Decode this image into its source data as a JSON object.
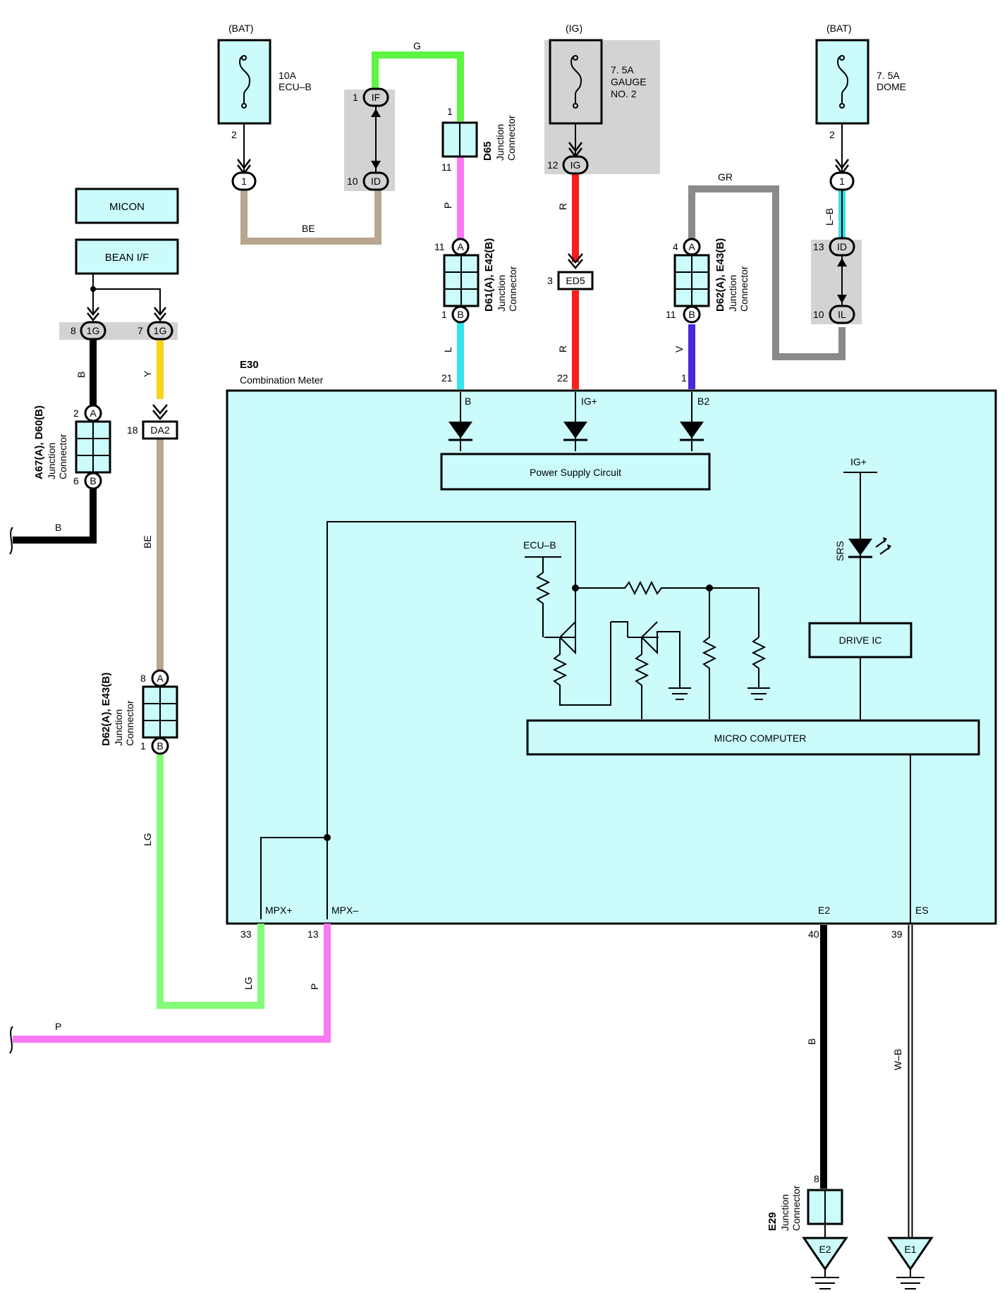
{
  "colors": {
    "module_fill": "#cbfbfb",
    "connector_grey": "#d3d3d3",
    "wire_g": "#5bf542",
    "wire_be": "#b8a690",
    "wire_p": "#fb77f3",
    "wire_l": "#34e4ec",
    "wire_r": "#fa1d1d",
    "wire_gr": "#8a8a8a",
    "wire_v": "#4a26e0",
    "wire_y": "#f7d31c",
    "wire_b": "#000000",
    "wire_lg": "#86fb7a"
  },
  "sources": {
    "bat_left": "(BAT)",
    "ig": "(IG)",
    "bat_right": "(BAT)"
  },
  "fuses": {
    "ecub_l1": "10A",
    "ecub_l2": "ECU–B",
    "gauge_l1": "7. 5A",
    "gauge_l2": "GAUGE",
    "gauge_l3": "NO. 2",
    "dome_l1": "7. 5A",
    "dome_l2": "DOME"
  },
  "pins": {
    "p2a": "2",
    "p1a": "1",
    "p1if": "1",
    "p10id": "10",
    "p1d65": "1",
    "p11d65": "11",
    "p12ig": "12",
    "p2b": "2",
    "p1b": "1",
    "p13id": "13",
    "p10il": "10",
    "p11a": "11",
    "p1b2": "1",
    "p3ed5": "3",
    "p4a": "4",
    "p11b": "11",
    "p8": "8",
    "p7": "7",
    "p2ja": "2",
    "p6jb": "6",
    "p18": "18",
    "p8a": "8",
    "p1bb": "1",
    "p21": "21",
    "p22": "22",
    "p1e": "1",
    "p33": "33",
    "p13": "13",
    "p40": "40",
    "p39": "39",
    "p8e29": "8"
  },
  "connectors": {
    "pill_1a": "1",
    "pill_if": "IF",
    "pill_id": "ID",
    "pill_ig": "IG",
    "pill_1b": "1",
    "pill_id2": "ID",
    "pill_il": "IL",
    "pill_1g8": "1G",
    "pill_1g7": "1G",
    "circ_a1": "A",
    "circ_b1": "B",
    "circ_a2": "A",
    "circ_b2": "B",
    "circ_a3": "A",
    "circ_b3": "B",
    "circ_a4": "A",
    "circ_b4": "B",
    "ed5": "ED5",
    "da2": "DA2"
  },
  "jc": {
    "d65_code": "D65",
    "d65_l1": "Junction",
    "d65_l2": "Connector",
    "d61_code": "D61(A), E42(B)",
    "d61_l1": "Junction",
    "d61_l2": "Connector",
    "d62_code": "D62(A), E43(B)",
    "d62_l1": "Junction",
    "d62_l2": "Connector",
    "a67_code": "A67(A), D60(B)",
    "a67_l1": "Junction",
    "a67_l2": "Connector",
    "d62b_code": "D62(A), E43(B)",
    "d62b_l1": "Junction",
    "d62b_l2": "Connector",
    "e29_code": "E29",
    "e29_l1": "Junction",
    "e29_l2": "Connector"
  },
  "wires": {
    "g": "G",
    "be_top": "BE",
    "p_top": "P",
    "l": "L",
    "r_top": "R",
    "r_bot": "R",
    "gr": "GR",
    "lb": "L–B",
    "v": "V",
    "b_left": "B",
    "y": "Y",
    "b_horiz": "B",
    "be_left": "BE",
    "lg_left": "LG",
    "lg_bot": "LG",
    "p_bot": "P",
    "p_horiz": "P",
    "b_bottom": "B",
    "wb": "W–B"
  },
  "left_modules": {
    "micon": "MICON",
    "bean": "BEAN I/F"
  },
  "meter": {
    "code": "E30",
    "name": "Combination Meter",
    "term_b": "B",
    "term_ig": "IG+",
    "term_b2": "B2",
    "psc": "Power Supply Circuit",
    "ecub": "ECU–B",
    "igplus": "IG+",
    "srs": "SRS",
    "drive_ic": "DRIVE IC",
    "micro": "MICRO COMPUTER",
    "mpx_p": "MPX+",
    "mpx_m": "MPX–",
    "e2": "E2",
    "es": "ES"
  },
  "grounds": {
    "e2": "E2",
    "e1": "E1"
  }
}
